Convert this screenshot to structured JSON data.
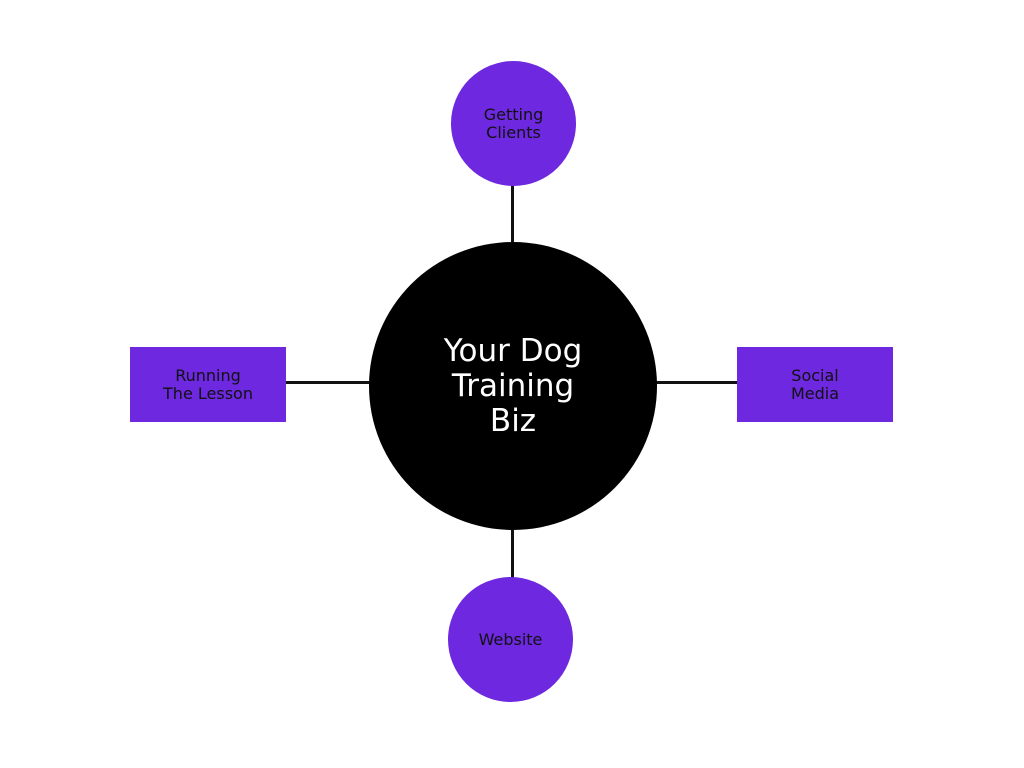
{
  "diagram": {
    "center": {
      "label": "Your Dog\nTraining\nBiz"
    },
    "nodes": {
      "top": {
        "label": "Getting\nClients",
        "shape": "circle"
      },
      "bottom": {
        "label": "Website",
        "shape": "circle"
      },
      "left": {
        "label": "Running\nThe Lesson",
        "shape": "rectangle"
      },
      "right": {
        "label": "Social\nMedia",
        "shape": "rectangle"
      }
    }
  },
  "colors": {
    "node_fill": "#6d28e0",
    "center_fill": "#000000",
    "center_text": "#ffffff",
    "connector": "#111111",
    "background": "#ffffff"
  }
}
